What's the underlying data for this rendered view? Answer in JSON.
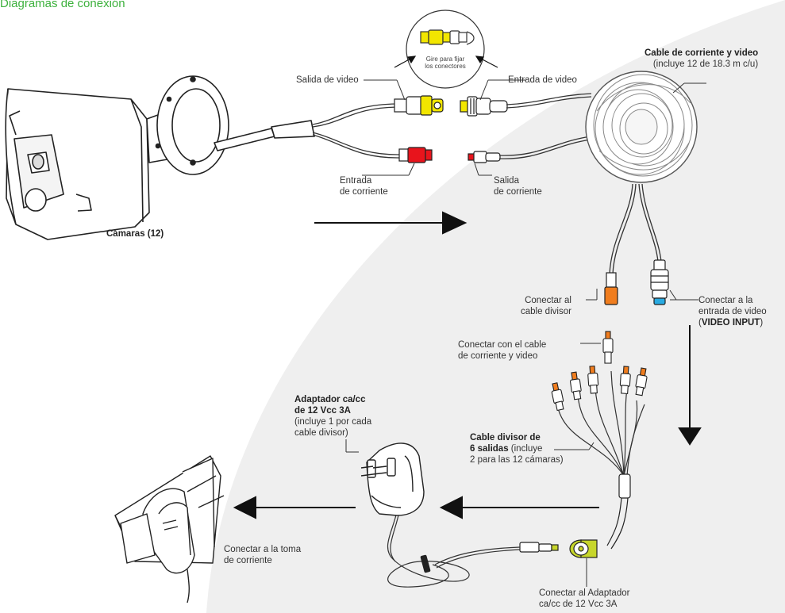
{
  "title": "Diagramas de conexión",
  "labels": {
    "twist_line1": "Gire para fijar",
    "twist_line2": "los conectores",
    "video_out": "Salida de video",
    "video_in": "Entrada de video",
    "cable_title": "Cable de corriente y video",
    "cable_sub": "(incluye 12 de 18.3 m c/u)",
    "power_in_1": "Entrada",
    "power_in_2": "de corriente",
    "power_out_1": "Salida",
    "power_out_2": "de corriente",
    "cameras": "Cámaras (12)",
    "connect_splitter_1": "Conectar al",
    "connect_splitter_2": "cable divisor",
    "connect_video_input_1": "Conectar a la",
    "connect_video_input_2": "entrada de video",
    "connect_video_input_3_pre": "(",
    "connect_video_input_3_bold": "VIDEO INPUT",
    "connect_video_input_3_post": ")",
    "connect_cable_1": "Conectar con el cable",
    "connect_cable_2": "de corriente y video",
    "adapter_1": "Adaptador ca/cc",
    "adapter_2": "de 12 Vcc 3A",
    "adapter_3": "(incluye 1 por cada",
    "adapter_4": "cable divisor)",
    "splitter_1": "Cable divisor de",
    "splitter_2_bold": "6 salidas",
    "splitter_2_rest": " (incluye",
    "splitter_3": "2 para las 12 cámaras)",
    "outlet_1": "Conectar a la toma",
    "outlet_2": "de corriente",
    "connect_adapter_1": "Conectar al Adaptador",
    "connect_adapter_2": "ca/cc de 12 Vcc 3A"
  },
  "colors": {
    "title": "#3db13d",
    "yellow": "#f2e600",
    "red": "#e8141c",
    "orange": "#f07d1e",
    "blue": "#29abe2",
    "lime": "#c7d62b",
    "background_shape": "#efefef",
    "arrow": "#111111"
  }
}
